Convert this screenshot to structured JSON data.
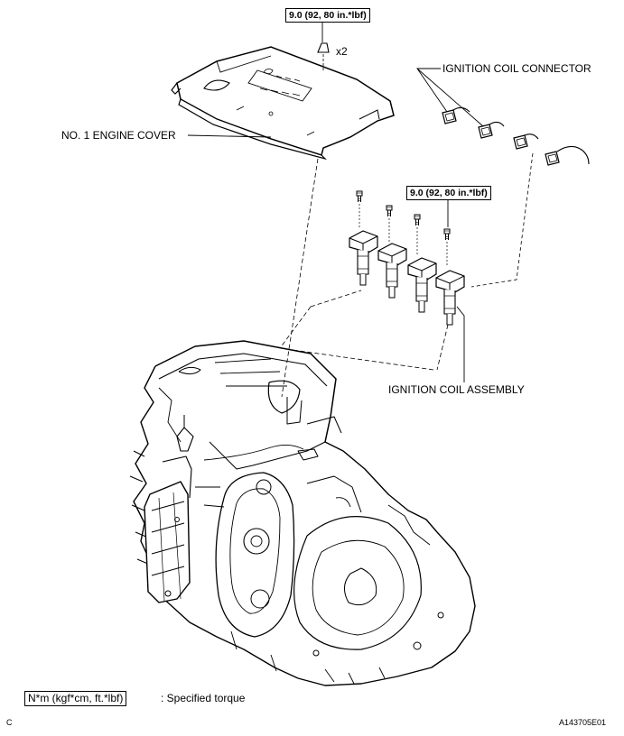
{
  "torque_top": "9.0 (92, 80 in.*lbf)",
  "quantity_top": "x2",
  "torque_coil": "9.0 (92, 80 in.*lbf)",
  "labels": {
    "ignition_coil_connector": "IGNITION COIL CONNECTOR",
    "engine_cover": "NO. 1 ENGINE COVER",
    "ignition_coil_assembly": "IGNITION COIL ASSEMBLY"
  },
  "legend": {
    "box": "N*m (kgf*cm, ft.*lbf)",
    "text": ": Specified torque"
  },
  "footer": {
    "left": "C",
    "right": "A143705E01"
  }
}
